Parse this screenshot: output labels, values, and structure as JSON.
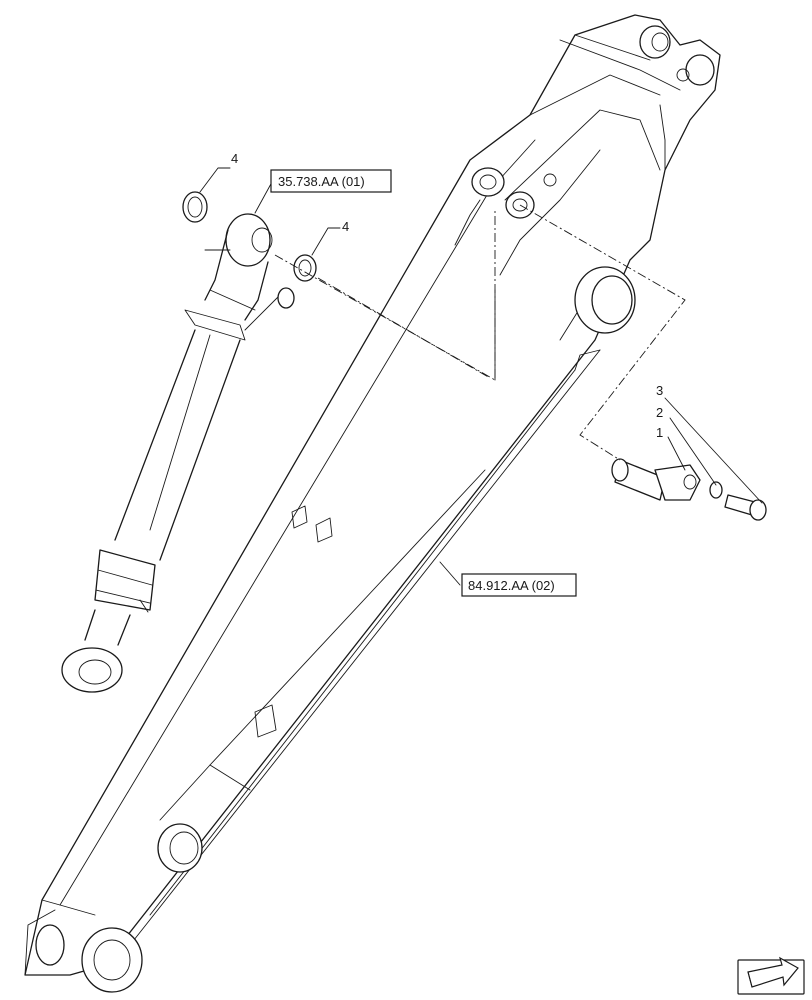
{
  "callouts": {
    "washer_a": "4",
    "washer_b": "4",
    "pin": "1",
    "washer_small": "2",
    "bolt": "3"
  },
  "references": {
    "cylinder_ref": "35.738.AA (01)",
    "arm_ref": "84.912.AA (02)"
  },
  "icons": {
    "navigation": "next-page-arrow-icon"
  }
}
